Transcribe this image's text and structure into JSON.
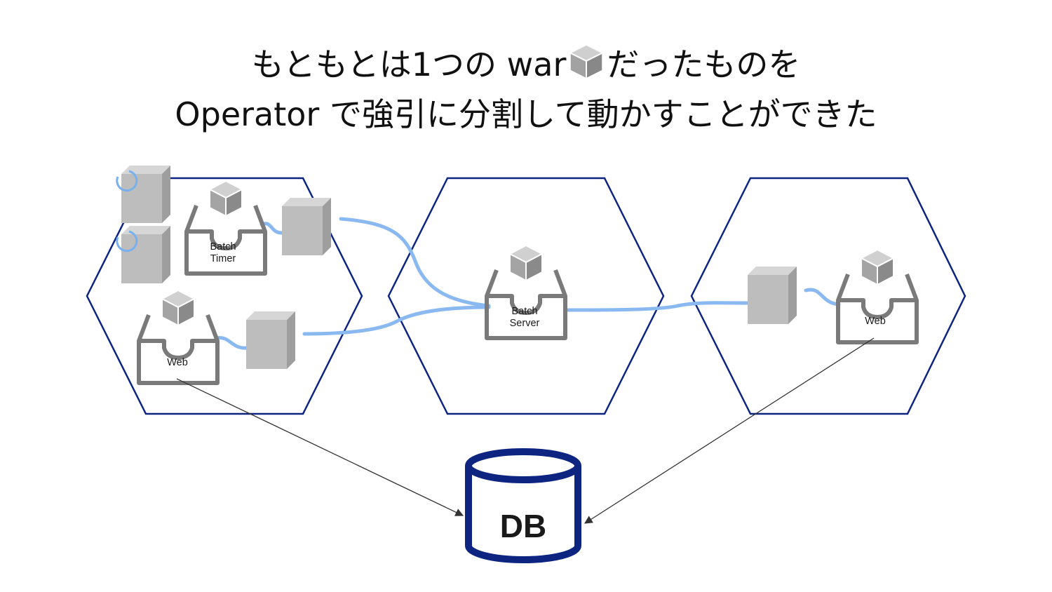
{
  "title": {
    "line1_before": "もともとは1つの war",
    "line1_icon": "package-cube-icon",
    "line1_after": "だったものを",
    "line2": "Operator で強引に分割して動かすことができた"
  },
  "components": {
    "batch_timer": [
      "Batch",
      "Timer"
    ],
    "web_left": "Web",
    "batch_server": [
      "Batch",
      "Server"
    ],
    "web_right": "Web",
    "db": "DB"
  },
  "colors": {
    "hexagon_stroke": "#0d2580",
    "db_stroke": "#0d2580",
    "link": "#8ab9f2",
    "cube": "#bdbdbd",
    "tray": "#7a7a7a",
    "arrow": "#333333"
  }
}
